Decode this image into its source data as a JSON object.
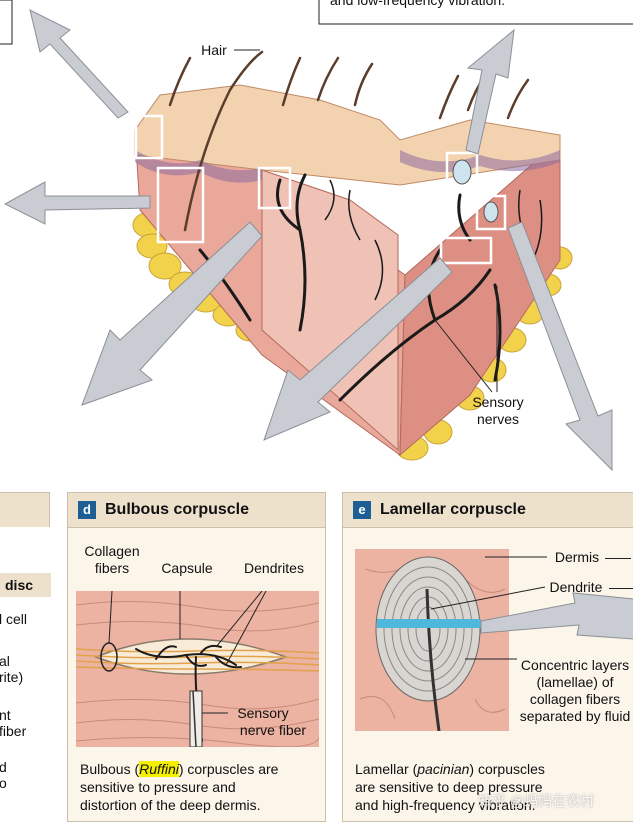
{
  "top_right_box_text": "and low-frequency vibration.",
  "labels": {
    "hair": "Hair",
    "sensory_nerves_1": "Sensory",
    "sensory_nerves_2": "nerves"
  },
  "panel_left": {
    "header": "disc",
    "lines": [
      "l cell",
      "al",
      "rite)",
      "nt",
      "fiber",
      "d",
      "o"
    ]
  },
  "panel_d": {
    "letter": "d",
    "title": "Bulbous corpuscle",
    "labels": {
      "collagen_1": "Collagen",
      "collagen_2": "fibers",
      "capsule": "Capsule",
      "dendrites": "Dendrites",
      "sensory_1": "Sensory",
      "sensory_2": "nerve fiber"
    },
    "caption": {
      "pre": "Bulbous (",
      "highlight": "Ruffini",
      "post": ") corpuscles are",
      "line2": "sensitive to pressure and",
      "line3": "distortion of the deep dermis."
    }
  },
  "panel_e": {
    "letter": "e",
    "title": "Lamellar corpuscle",
    "labels": {
      "dermis": "Dermis",
      "dendrite": "Dendrite",
      "concentric_1": "Concentric layers",
      "concentric_2": "(lamellae) of",
      "concentric_3": "collagen fibers",
      "concentric_4": "separated by fluid"
    },
    "caption": {
      "pre": "Lamellar (",
      "italic": "pacinian",
      "post": ") corpuscles",
      "line2": "are sensitive to deep pressure",
      "line3": "and high-frequency vibration."
    }
  },
  "watermark": "知乎 @蚂妈在农村",
  "colors": {
    "skin": "#e8a090",
    "epidermis": "#f3d2b0",
    "fat": "#f1d24a",
    "nerve": "#1a1a1a",
    "arrow": "#c9ccd2",
    "panel_bg": "#fbf5ea",
    "header_bg": "#ede1cc",
    "letter_bg": "#1d5f95",
    "lamella_band": "#4fb6dc"
  }
}
